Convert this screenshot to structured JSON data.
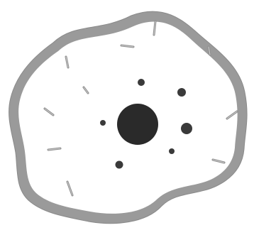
{
  "figure": {
    "colors": {
      "background": "#ffffff",
      "membrane": "#9a9a9a",
      "membrane_edge": "#8a8a8a",
      "cytoplasm": "#ffffff",
      "nucleus": "#2a2a2a",
      "granule": "#3a3a3a",
      "rod": "#8c8c8c",
      "rod_highlight": "#d0d0d0"
    },
    "parts": {
      "membrane": "cell-membrane",
      "nucleus": "nucleus",
      "granules": "organelle-granules",
      "rods": "rod-organelles"
    }
  }
}
